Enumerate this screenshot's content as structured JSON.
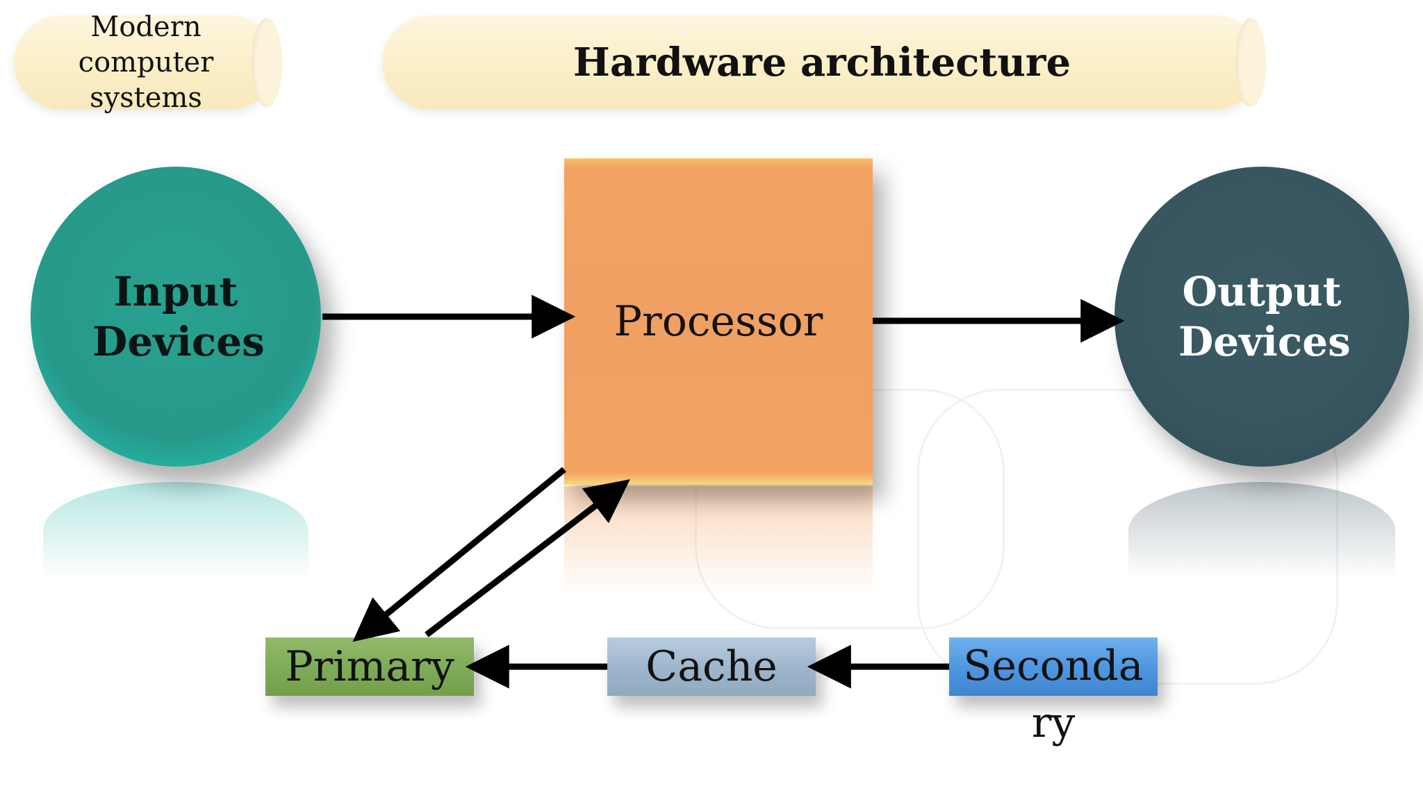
{
  "header": {
    "section_label": "Modern computer systems",
    "title": "Hardware architecture"
  },
  "nodes": {
    "input": "Input Devices",
    "processor": "Processor",
    "output": "Output Devices",
    "primary": "Primary",
    "cache": "Cache",
    "secondary": "Secondary"
  },
  "colors": {
    "input": "#27998a",
    "output": "#385660",
    "processor": "#f0a062",
    "primary": "#7fac58",
    "cache": "#9fb6cc",
    "secondary": "#4f97e0",
    "tag": "#fbefc7"
  }
}
